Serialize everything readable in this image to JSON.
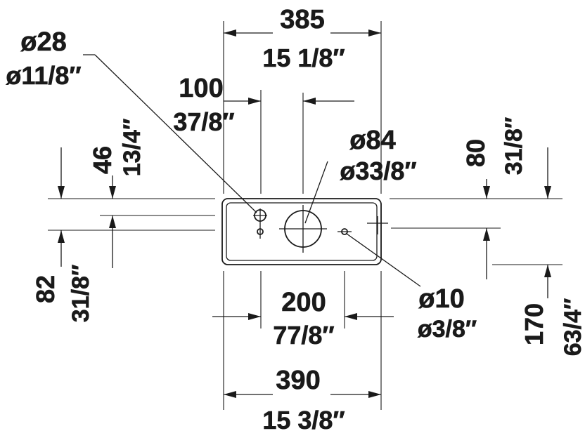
{
  "colors": {
    "ink": "#1a1a1a",
    "background": "#ffffff"
  },
  "dimensions": {
    "top_width_mm": "385",
    "top_width_in": "15 1/8″",
    "hole_offset_mm": "100",
    "hole_offset_in": "37/8″",
    "small_hole_dia_mm": "ø28",
    "small_hole_dia_in": "ø11/8″",
    "large_hole_dia_mm": "ø84",
    "large_hole_dia_in": "ø33/8″",
    "left_top_mm": "46",
    "left_top_in": "13/4″",
    "right_top_mm": "80",
    "right_top_in": "31/8″",
    "left_bottom_mm": "82",
    "left_bottom_in": "31/8″",
    "mid_width_mm": "200",
    "mid_width_in": "77/8″",
    "tiny_hole_dia_mm": "ø10",
    "tiny_hole_dia_in": "ø3/8″",
    "right_bottom_mm": "170",
    "right_bottom_in": "63/4″",
    "bottom_width_mm": "390",
    "bottom_width_in": "15 3/8″"
  }
}
